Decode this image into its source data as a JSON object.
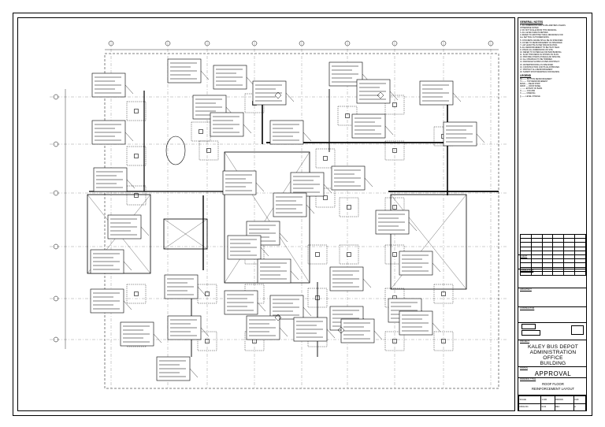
{
  "project": {
    "title_line1": "KALEY BUS DEPOT",
    "title_line2": "ADMINISTRATION OFFICE",
    "title_line3": "BUILDING"
  },
  "status": "APPROVAL",
  "drawing": {
    "title_line1": "ROOF FLOOR",
    "title_line2": "REINFORCEMENT LAYOUT"
  },
  "notes": {
    "heading": "GENERAL NOTES",
    "lines": [
      "1. ALL DIMENSIONS ARE IN MILLIMETRES UNLESS",
      "   OTHERWISE NOTED.",
      "2. DO NOT SCALE FROM THIS DRAWING.",
      "3. ALL LEVELS ARE IN METRES.",
      "4. REFER TO ARCHITECTURAL DRAWINGS FOR",
      "   ALL SETTING OUT DIMENSIONS.",
      "5. CONCRETE GRADE SHALL BE AS SPECIFIED.",
      "6. COVER TO REINFORCEMENT AS SPECIFIED.",
      "7. LAP LENGTHS AS PER SPECIFICATION.",
      "8. ALL REINFORCEMENT TO BE HIGH YIELD.",
      "9. CHECK ALL DIMENSIONS ON SITE.",
      "10. REFER TO SCHEDULE FOR BAR BENDING.",
      "11. SLAB THICKNESS AS SHOWN ON PLAN.",
      "12. PROVIDE CHAIRS AT REGULAR SPACING.",
      "13. ALL OPENINGS TO BE TRIMMED.",
      "14. DRAINAGE SLOPES AS PER ARCHITECT.",
      "15. WATERPROOFING AS SPECIFIED.",
      "16. CONSTRUCTION JOINTS AS APPROVED.",
      "17. PROTECT ALL REINFORCEMENT.",
      "18. SUBMIT SHOP DRAWINGS FOR REVIEW."
    ],
    "legend_heading": "LEGEND",
    "legend_lines": [
      "B1 ------ BOTTOM REINFORCEMENT",
      "T1 ------ TOP REINFORCEMENT",
      "BAND ---- BEAM STRIP",
      "DROP ---- DROP PANEL",
      "--- ----- EXTENT OF BARS",
      "O ------- COLUMN",
      "X ------- OPENING",
      "[] ------ LEVEL CHANGE"
    ]
  },
  "sections": {
    "client_label": "CLIENT",
    "consultant_label": "CONSULTANT",
    "architect_label": "ARCHITECT",
    "contractor_label": "CONTRACTOR",
    "project_label": "PROJECT",
    "status_label": "STATUS",
    "title_label": "DRAWING TITLE"
  },
  "bottom": {
    "row1": [
      "SCALE",
      "1:100",
      "DRAWN",
      "CHK"
    ],
    "row2": [
      "DWG NO.",
      "R-01",
      "REV",
      "A"
    ]
  },
  "colors": {
    "ink": "#000000",
    "paper": "#ffffff"
  }
}
